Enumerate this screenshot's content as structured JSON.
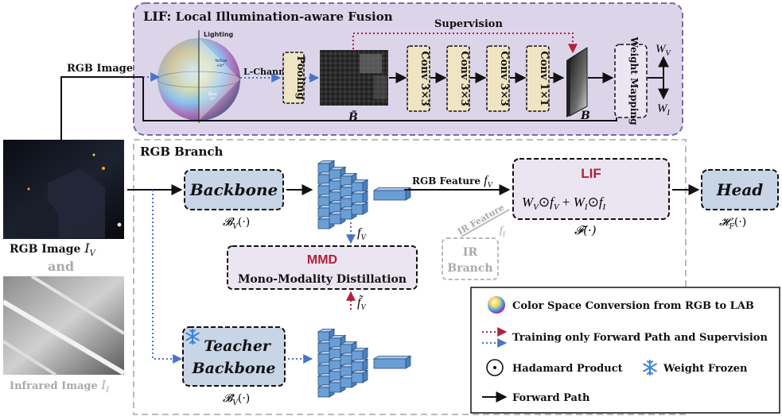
{
  "lif_panel": {
    "title_prefix": "LIF:",
    "title_rest": " Local Illumination-aware Fusion",
    "supervision": "Supervision",
    "rgb_image": "RGB Image",
    "sphere_top": "Lighting",
    "sphere_yellow": "Yellow",
    "sphere_yellow_sub": "+b*",
    "sphere_blue": "Blue",
    "sphere_blue_sub": "-b*",
    "l_channel": "L-Channel",
    "pooling": "Pooling",
    "b_tilde": "B̃",
    "conv1": "Conv 3×3",
    "conv2": "Conv 3×3",
    "conv3": "Conv 3×3",
    "conv4": "Conv 1×1",
    "b_label": "B",
    "weight_mapping": "Weight Mapping",
    "wv_base": "W",
    "wv_sub": "V",
    "wi_base": "W",
    "wi_sub": "I"
  },
  "left": {
    "rgb_image_label": "RGB Image ",
    "rgb_image_sym": "I",
    "rgb_image_sub": "V",
    "and": "and",
    "ir_label": "Infrared Image ",
    "ir_sym": "I",
    "ir_sub": "I"
  },
  "rgb_branch": {
    "title": "RGB Branch",
    "backbone": "Backbone",
    "backbone_sym": "𝓑",
    "backbone_sub": "V",
    "backbone_args": "(·)",
    "rgb_feature": "RGB Feature ",
    "f_sym": "f",
    "f_sub": "V",
    "lif_title": "LIF",
    "lif_formula_wv": "W",
    "lif_formula_v": "V",
    "lif_formula_odot": "⊙",
    "lif_formula_fv": "f",
    "lif_formula_plus": " + ",
    "lif_formula_wi": "W",
    "lif_formula_i": "I",
    "lif_formula_fi": "f",
    "fusion_sym": "𝓕(·)",
    "head": "Head",
    "head_sym": "𝓗",
    "head_sub": "F",
    "head_args": "(·)",
    "ir_feature": "IR Feature",
    "fi_sym": "f",
    "fi_sub": "I",
    "ir_branch_1": "IR",
    "ir_branch_2": "Branch",
    "fv_sym": "f",
    "fv_sub": "V",
    "mmd_title": "MMD",
    "mmd_sub": "Mono-Modality Distillation",
    "ftilde_sym": "f̃",
    "ftilde_sub": "V",
    "teacher_1": "Teacher",
    "teacher_2": "Backbone",
    "teacher_sym": "𝓑̃",
    "teacher_sub": "V",
    "teacher_args": "(·)"
  },
  "legend": {
    "color_space": "Color Space Conversion from RGB to LAB",
    "training_path": "Training only Forward Path and Supervision",
    "hadamard": "Hadamard Product",
    "frozen": "Weight Frozen",
    "forward": "Forward Path"
  },
  "colors": {
    "lif_panel_fill": "#dcd5ea",
    "lif_panel_stroke": "#7b6aa8",
    "box_blue": "#c7d5e6",
    "box_purple": "#ebe4f1",
    "cube_blue": "#6a9fd6",
    "accent_red": "#b3203a",
    "dotted_blue": "#4a74c8"
  }
}
